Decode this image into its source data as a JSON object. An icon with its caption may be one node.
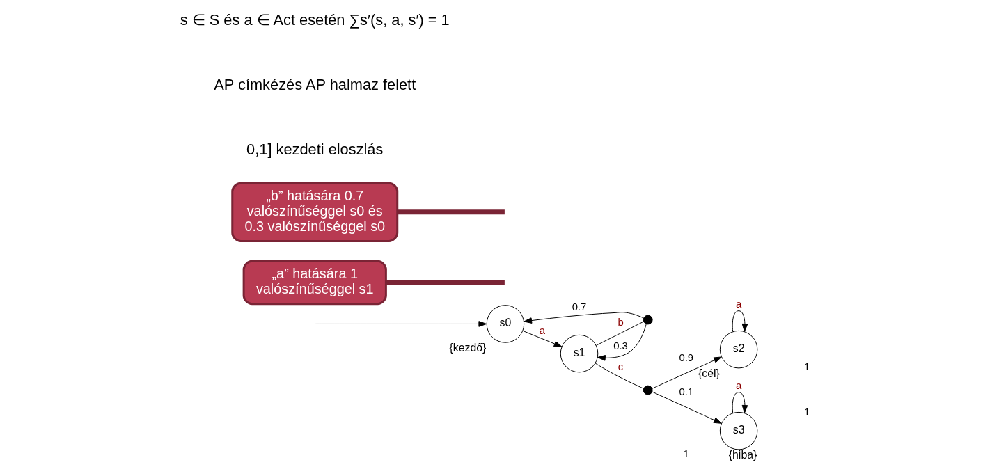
{
  "diagram": {
    "nodes": [
      {
        "text": [
          "s0"
        ],
        "beside": [
          "{kezdő}"
        ]
      },
      {
        "text": [
          "s1"
        ]
      },
      {
        "text": [
          "s2"
        ],
        "beside": [
          "{cél}"
        ]
      },
      {
        "text": [
          "s3"
        ],
        "beside": [
          "{hiba}"
        ]
      },
      {
        "text": [],
        "shape": "circle"
      },
      {
        "text": [],
        "shape": "circle"
      },
      {
        "text": [
          "„a” hatására 1 valószínűséggel s1"
        ]
      },
      {
        "text": [
          "„b” hatására 0.7 valószínűséggel s0 és 0.3 valószínűséggel s0"
        ]
      }
    ],
    "edges": [
      {
        "from": null,
        "to": 0,
        "arrow": "to"
      },
      {
        "from": 0,
        "to": 1,
        "arrow": "to",
        "label": "a"
      },
      {
        "from": 1,
        "to": 4,
        "arrow": "none",
        "label": "b"
      },
      {
        "from": 4,
        "to": 0,
        "arrow": "to",
        "label": "0.7"
      },
      {
        "from": 4,
        "to": 1,
        "arrow": "to",
        "label": "0.3"
      },
      {
        "from": 1,
        "to": 5,
        "arrow": "none",
        "label": "c"
      },
      {
        "from": 5,
        "to": 2,
        "arrow": "to",
        "label": "0.9"
      },
      {
        "from": 5,
        "to": 3,
        "arrow": "to",
        "label": "0.1"
      },
      {
        "from": 2,
        "to": 2,
        "arrow": "to",
        "label": "a"
      },
      {
        "from": 3,
        "to": 3,
        "arrow": "to",
        "label": "a"
      },
      {
        "from": 6,
        "to": null,
        "arrow": "none",
        "color": "#7a2435",
        "style": "thick"
      },
      {
        "from": 7,
        "to": null,
        "arrow": "none",
        "color": "#7a2435",
        "style": "thick"
      }
    ],
    "labels": [
      "s ∈ S és a ∈ Act esetén ∑s′(s, a, s′) = 1",
      "AP címkézés AP halmaz felett",
      "0,1] kezdeti eloszlás",
      "1",
      "1",
      "1"
    ]
  }
}
